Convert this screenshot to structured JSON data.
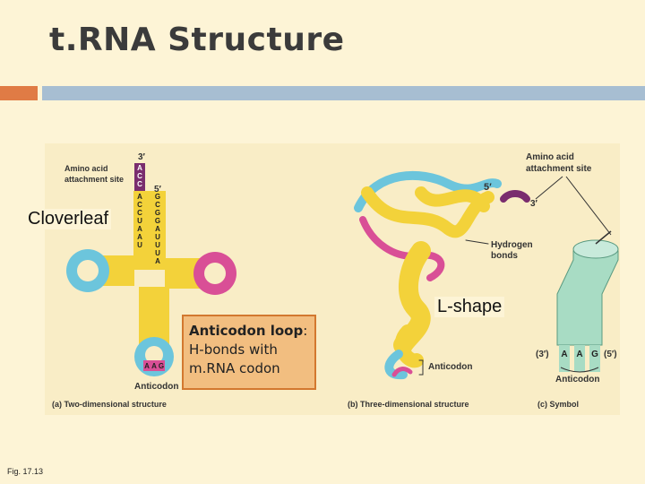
{
  "slide": {
    "title": "t.RNA Structure",
    "figure_number": "Fig. 17.13"
  },
  "labels": {
    "cloverleaf": "Cloverleaf",
    "l_shape": "L-shape"
  },
  "callout": {
    "heading": "Anticodon loop",
    "body_lines": [
      "H-bonds with",
      "m.RNA codon"
    ]
  },
  "figure_text": {
    "amino_acid_site_left": [
      "Amino acid",
      "attachment site"
    ],
    "three_prime_left": "3′",
    "five_prime_left": "5′",
    "acceptor_bases_3p": [
      "A",
      "C",
      "C",
      "A",
      "C",
      "C",
      "U",
      "A",
      "A",
      "U"
    ],
    "acceptor_bases_5p": [
      "G",
      "C",
      "G",
      "G",
      "A",
      "U",
      "U",
      "U",
      "A"
    ],
    "anticodon_bases": [
      "A",
      "A",
      "G"
    ],
    "anticodon_left": "Anticodon",
    "caption_a": "(a) Two-dimensional structure",
    "five_prime_mid": "5′",
    "three_prime_mid": "3′",
    "hydrogen_bonds": [
      "Hydrogen",
      "bonds"
    ],
    "anticodon_mid": "Anticodon",
    "caption_b": "(b) Three-dimensional structure",
    "amino_acid_site_right": [
      "Amino acid",
      "attachment site"
    ],
    "symbol_bases": [
      "A",
      "A",
      "G"
    ],
    "symbol_3p": "(3′)",
    "symbol_5p": "(5′)",
    "anticodon_right": "Anticodon",
    "caption_c": "(c) Symbol"
  },
  "colors": {
    "title": "#3b3b3b",
    "accent_orange": "#e07b45",
    "accent_blue": "#a7bed2",
    "background": "#fdf4d6",
    "trna_yellow": "#f3d23a",
    "trna_blue": "#6cc5dc",
    "trna_pink": "#d94f96",
    "trna_purple": "#7a2d6e",
    "symbol_green": "#a8dcc4",
    "callout_fill": "#f2be80"
  }
}
